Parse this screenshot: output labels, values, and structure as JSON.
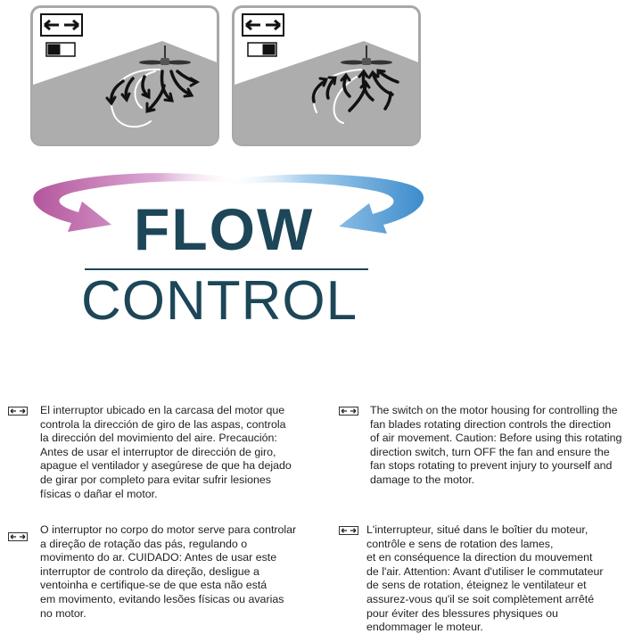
{
  "colors": {
    "summer_bg": "#adadad",
    "winter_bg": "#adadad",
    "panel_border": "#a8a8a8",
    "brand_dark": "#1d4658",
    "arrow_pink": "#b4569c",
    "arrow_blue": "#3d8ccc"
  },
  "panels": [
    {
      "mode": "summer",
      "icon": "sun-icon"
    },
    {
      "mode": "winter",
      "icon": "snowflake-icon"
    }
  ],
  "logo": {
    "word1": "FLOW",
    "word2": "CONTROL"
  },
  "paragraphs": {
    "es": {
      "icon": "direction-switch-icon",
      "lines": [
        "El interruptor ubicado en la carcasa del motor que",
        "controla la dirección de giro de las aspas, controla",
        "la dirección del movimiento del aire. Precaución:",
        "Antes de usar el interruptor de dirección de giro,",
        "apague el ventilador y asegúrese de que ha dejado",
        "de girar por completo para evitar sufrir lesiones",
        "físicas o dañar el motor."
      ]
    },
    "en": {
      "icon": "direction-switch-icon",
      "lines": [
        "The switch on the motor housing for controlling the",
        "fan blades rotating direction controls the direction",
        "of air movement. Caution: Before using this rotating",
        "direction switch, turn OFF the fan and ensure the",
        "fan stops rotating to prevent injury to yourself and",
        "damage to the motor."
      ]
    },
    "pt": {
      "icon": "direction-switch-icon",
      "lines": [
        "O interruptor no corpo do motor serve para controlar",
        "a direção de rotação das pás, regulando o",
        "movimento do ar. CUIDADO: Antes de usar este",
        "interruptor de controlo da direção, desligue a",
        "ventoinha e certifique-se de que esta não está",
        "em movimento, evitando lesões físicas ou avarias",
        "no motor."
      ]
    },
    "fr": {
      "icon": "direction-switch-icon",
      "lines": [
        "L'interrupteur, situé dans le boîtier du moteur,",
        "contrôle e sens de rotation des lames,",
        "et en conséquence la direction du mouvement",
        "de l'air. Attention: Avant d'utiliser le commutateur",
        "de sens de rotation, éteignez le ventilateur et",
        "assurez-vous qu'il se soit complètement arrêté",
        "pour éviter des blessures physiques ou",
        "endommager le moteur."
      ]
    }
  }
}
